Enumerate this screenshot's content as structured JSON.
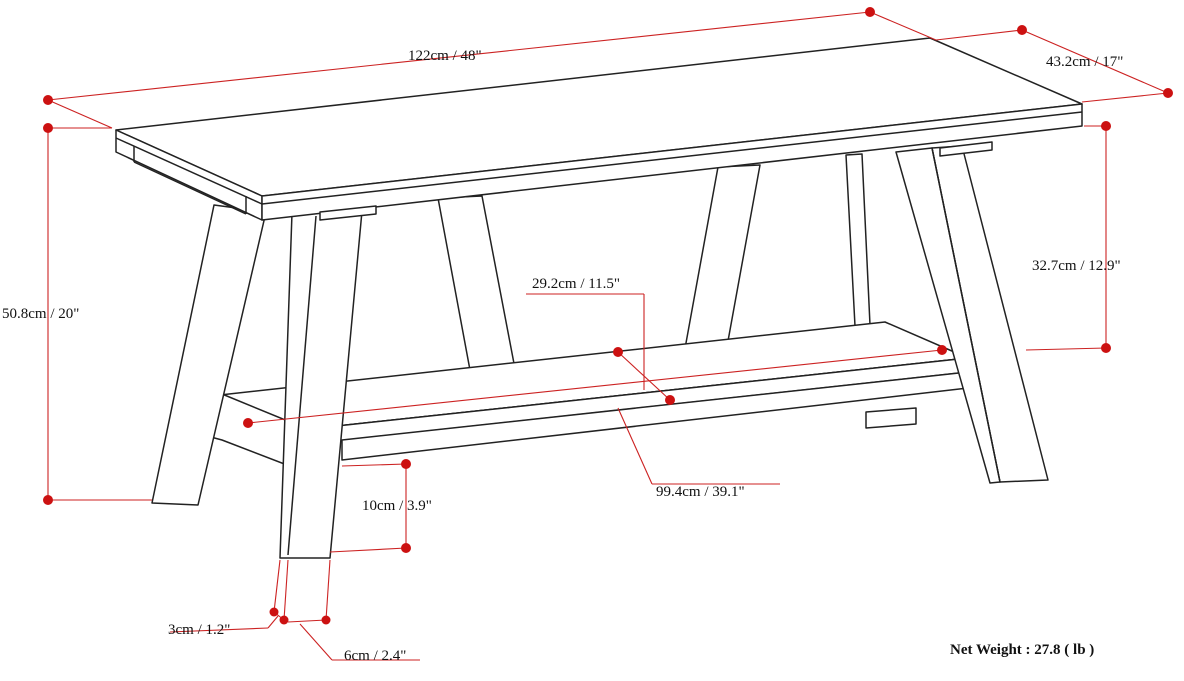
{
  "colors": {
    "dimension": "#cc1111",
    "outline": "#222222",
    "background": "#ffffff"
  },
  "dimensions": {
    "length": "122cm / 48\"",
    "depth": "43.2cm / 17\"",
    "total_height": "50.8cm / 20\"",
    "under_seat_height": "32.7cm / 12.9\"",
    "shelf_depth": "29.2cm / 11.5\"",
    "shelf_length": "99.4cm / 39.1\"",
    "shelf_clearance": "10cm / 3.9\"",
    "leg_thickness": "3cm / 1.2\"",
    "leg_width": "6cm / 2.4\""
  },
  "net_weight": "Net Weight : 27.8 ( lb )"
}
